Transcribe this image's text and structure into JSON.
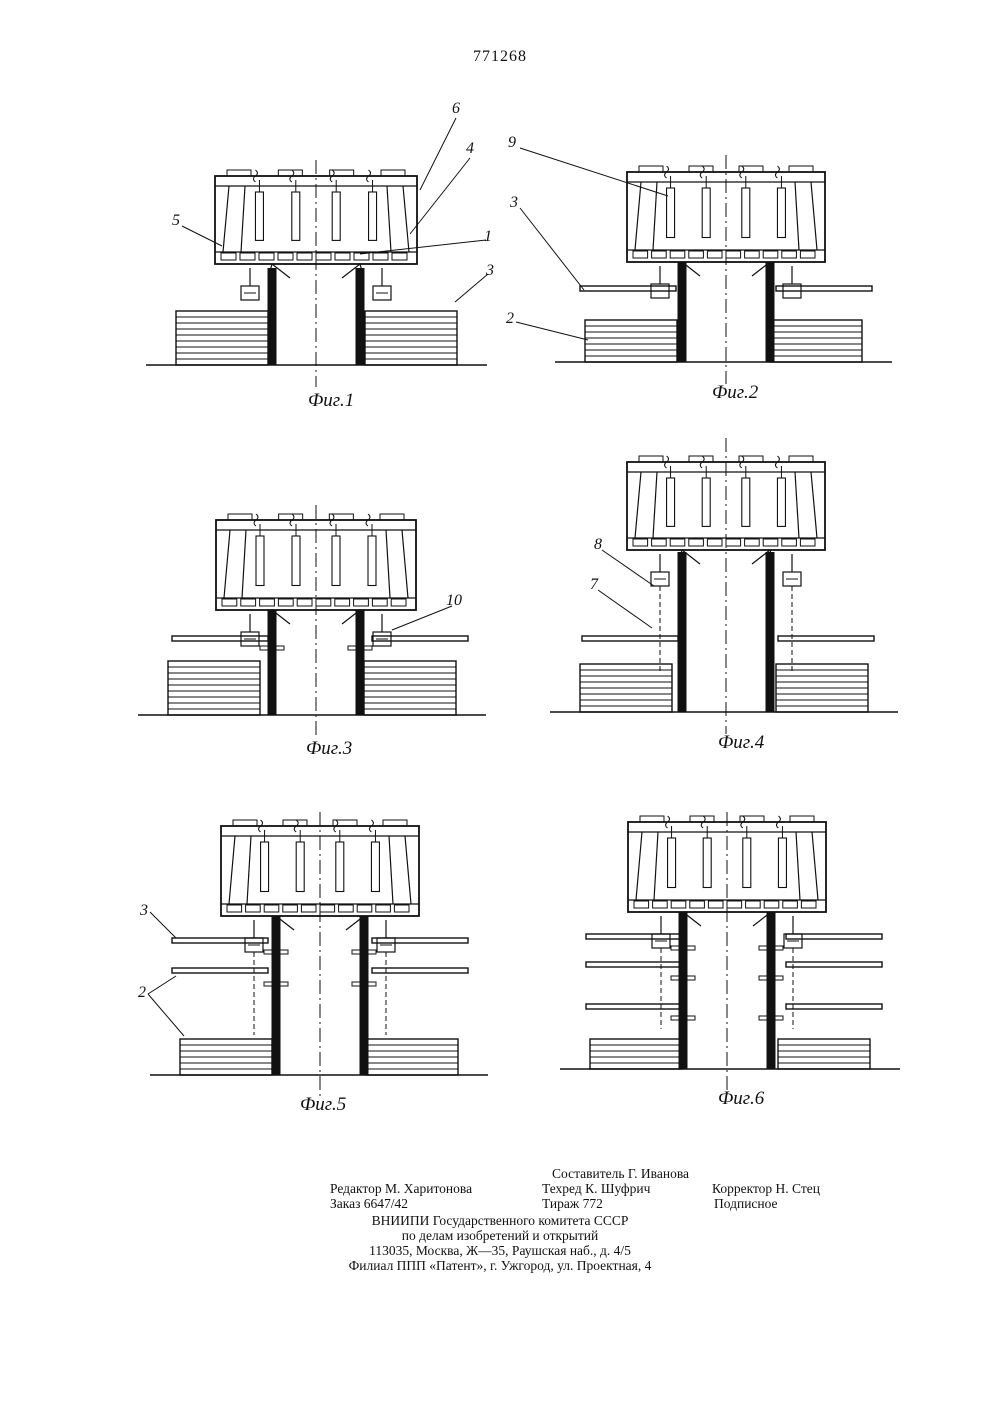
{
  "page_number": "771268",
  "figures": [
    {
      "caption": "Фиг.1",
      "labels": [
        "6",
        "4",
        "5",
        "1",
        "3"
      ]
    },
    {
      "caption": "Фиг.2",
      "labels": [
        "9",
        "3",
        "2"
      ]
    },
    {
      "caption": "Фиг.3",
      "labels": [
        "10"
      ]
    },
    {
      "caption": "Фиг.4",
      "labels": [
        "8",
        "7"
      ]
    },
    {
      "caption": "Фиг.5",
      "labels": [
        "3",
        "2"
      ]
    },
    {
      "caption": "Фиг.6",
      "labels": []
    }
  ],
  "colophon": {
    "compiler": "Составитель Г. Иванова",
    "editor": "Редактор М. Харитонова",
    "techred": "Техред К. Шуфрич",
    "corrector": "Корректор Н. Стец",
    "order": "Заказ 6647/42",
    "circulation": "Тираж 772",
    "subscription": "Подписное",
    "org_line1": "ВНИИПИ  Государственного  комитета  СССР",
    "org_line2": "по  делам  изобретений  и  открытий",
    "address": "113035,  Москва,  Ж—35,  Раушская  наб.,  д.  4/5",
    "branch": "Филиал  ППП  «Патент»,  г.  Ужгород,  ул.  Проектная,  4"
  }
}
